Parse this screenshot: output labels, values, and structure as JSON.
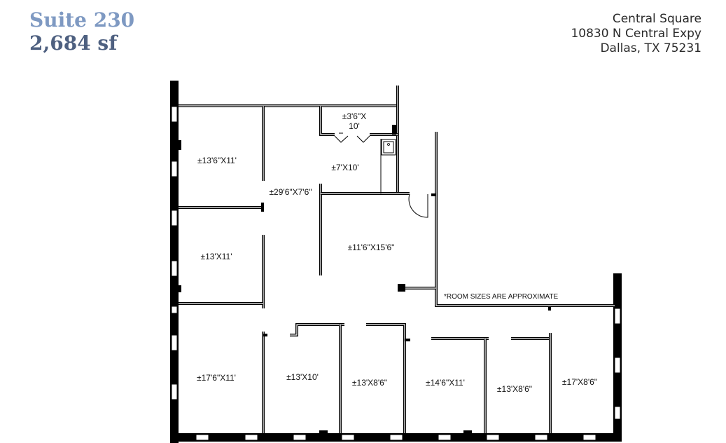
{
  "header": {
    "suite": "Suite 230",
    "area": "2,684 sf",
    "colors": {
      "suite": "#7e99c2",
      "area": "#4e6080"
    }
  },
  "address": {
    "line1": "Central Square",
    "line2": "10830 N Central Expy",
    "line3": "Dallas, TX 75231"
  },
  "floorplan": {
    "note": "*ROOM SIZES ARE APPROXIMATE",
    "rooms": [
      {
        "id": "office-nw",
        "label": "±13'6\"X11'"
      },
      {
        "id": "corridor",
        "label": "±29'6\"X7'6\""
      },
      {
        "id": "closet",
        "label": "±3'6\"X 10'"
      },
      {
        "id": "kitchen",
        "label": "±7'X10'"
      },
      {
        "id": "office-w",
        "label": "±13'X11'"
      },
      {
        "id": "reception",
        "label": "±11'6\"X15'6\""
      },
      {
        "id": "office-sw",
        "label": "±17'6\"X11'"
      },
      {
        "id": "office-s1",
        "label": "±13'X10'"
      },
      {
        "id": "office-s2",
        "label": "±13'X8'6\""
      },
      {
        "id": "office-s3",
        "label": "±14'6\"X11'"
      },
      {
        "id": "office-s4",
        "label": "±13'X8'6\""
      },
      {
        "id": "office-se",
        "label": "±17'X8'6\""
      }
    ]
  }
}
